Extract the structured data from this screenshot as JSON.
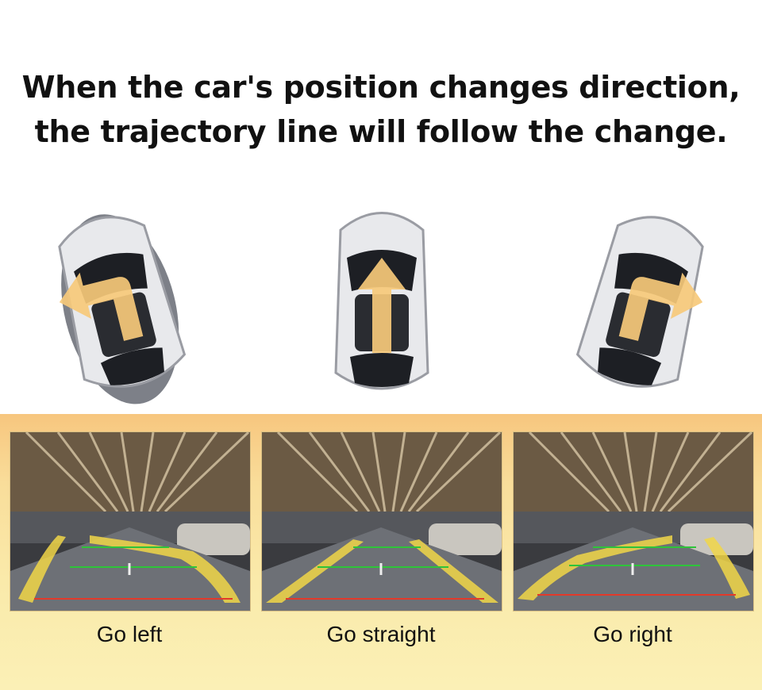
{
  "headline": {
    "line1": "When the car's position changes direction,",
    "line2": "the trajectory line will follow the change."
  },
  "cars": [
    {
      "arrow_direction": "left",
      "arrow_icon": "turn-left-arrow-icon"
    },
    {
      "arrow_direction": "straight",
      "arrow_icon": "straight-arrow-icon"
    },
    {
      "arrow_direction": "right",
      "arrow_icon": "turn-right-arrow-icon"
    }
  ],
  "panels": [
    {
      "label": "Go left"
    },
    {
      "label": "Go straight"
    },
    {
      "label": "Go right"
    }
  ],
  "colors": {
    "band_top": "#f7c67e",
    "band_bottom": "#fbf0b6",
    "arrow": "#f6c97a",
    "trajectory_yellow": "#f1d648",
    "guide_green": "#2ec43a",
    "guide_red": "#e23a2a"
  }
}
